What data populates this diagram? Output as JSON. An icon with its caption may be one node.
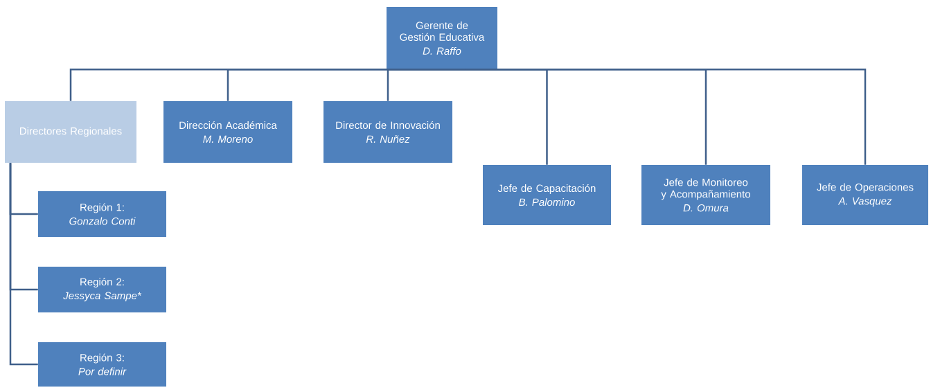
{
  "diagram": {
    "nodes": [
      {
        "text": [
          "Gerente de Gestión Educativa",
          "D. Raffo"
        ]
      },
      {
        "text": [
          "Directores Regionales"
        ]
      },
      {
        "text": [
          "Dirección Académica",
          "M. Moreno"
        ]
      },
      {
        "text": [
          "Director de Innovación",
          "R. Nuñez"
        ]
      },
      {
        "text": [
          "Jefe de Capacitación",
          "B. Palomino"
        ]
      },
      {
        "text": [
          "Jefe de Monitoreo y Acompañamiento",
          "D. Omura"
        ]
      },
      {
        "text": [
          "Jefe de Operaciones",
          "A. Vasquez"
        ]
      },
      {
        "text": [
          "Región 1:",
          "Gonzalo Conti"
        ]
      },
      {
        "text": [
          "Región 2:",
          "Jessyca Sampe*"
        ]
      },
      {
        "text": [
          "Región 3:",
          "Por definir"
        ]
      }
    ],
    "edges": [
      {
        "from": 0,
        "to": 1,
        "arrow": "none"
      },
      {
        "from": 0,
        "to": 2,
        "arrow": "none"
      },
      {
        "from": 0,
        "to": 3,
        "arrow": "none"
      },
      {
        "from": 0,
        "to": 4,
        "arrow": "none"
      },
      {
        "from": 0,
        "to": 5,
        "arrow": "none"
      },
      {
        "from": 0,
        "to": 6,
        "arrow": "none"
      },
      {
        "from": 1,
        "to": 7,
        "arrow": "none"
      },
      {
        "from": 1,
        "to": 8,
        "arrow": "none"
      },
      {
        "from": 1,
        "to": 9,
        "arrow": "none"
      }
    ]
  }
}
